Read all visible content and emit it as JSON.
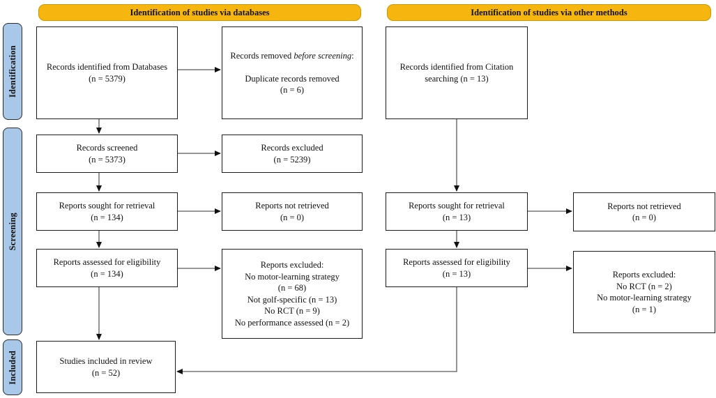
{
  "headers": {
    "databases": "Identification of studies via databases",
    "other_methods": "Identification of studies via other methods"
  },
  "sidebar": [
    {
      "label": "Identification"
    },
    {
      "label": "Screening"
    },
    {
      "label": "Included"
    }
  ],
  "boxes": {
    "records_identified_db": {
      "lines": [
        "Records identified from Databases",
        "(n = 5379)"
      ]
    },
    "records_removed": {
      "line1_pre": "Records removed ",
      "line1_italic": "before screening",
      "line1_post": ":",
      "lines": [
        "Duplicate records removed",
        "(n = 6)"
      ]
    },
    "records_identified_citation": {
      "lines": [
        "Records identified from Citation",
        "searching (n = 13)"
      ]
    },
    "records_screened": {
      "lines": [
        "Records screened",
        "(n = 5373)"
      ]
    },
    "records_excluded": {
      "lines": [
        "Records excluded",
        "(n = 5239)"
      ]
    },
    "reports_sought_db": {
      "lines": [
        "Reports sought for retrieval",
        "(n = 134)"
      ]
    },
    "reports_not_retrieved_db": {
      "lines": [
        "Reports not retrieved",
        "(n = 0)"
      ]
    },
    "reports_sought_other": {
      "lines": [
        "Reports sought for retrieval",
        "(n = 13)"
      ]
    },
    "reports_not_retrieved_other": {
      "lines": [
        "Reports not retrieved",
        "(n = 0)"
      ]
    },
    "reports_assessed_db": {
      "lines": [
        "Reports assessed for eligibility",
        "(n = 134)"
      ]
    },
    "reports_excluded_db": {
      "lines": [
        "Reports excluded:",
        "No motor-learning strategy",
        "(n = 68)",
        "Not golf-specific (n = 13)",
        "No RCT (n = 9)",
        "No performance assessed (n = 2)"
      ]
    },
    "reports_assessed_other": {
      "lines": [
        "Reports assessed for eligibility",
        "(n = 13)"
      ]
    },
    "reports_excluded_other": {
      "lines": [
        "Reports excluded:",
        "No RCT (n = 2)",
        "No motor-learning strategy",
        "(n = 1)"
      ]
    },
    "studies_included": {
      "lines": [
        "Studies included in review",
        "(n = 52)"
      ]
    }
  },
  "colors": {
    "header_bg": "#F6B50F",
    "header_border": "#C99700",
    "sidebar_bg": "#A9C7E8",
    "sidebar_border": "#2b2b2b",
    "box_border": "#1a1a1a",
    "arrow_line": "#595959",
    "arrow_head": "#111111",
    "text": "#111111"
  }
}
